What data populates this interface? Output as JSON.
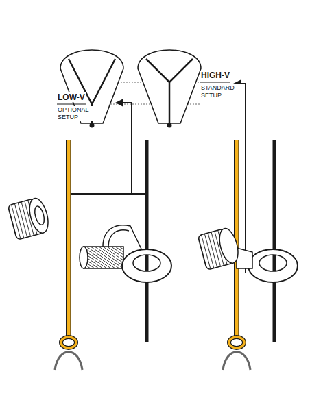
{
  "diagram": {
    "labels": [
      "LOW-V",
      "OPTIONAL SETUP",
      "HIGH-V",
      "STANDARD SETUP"
    ]
  }
}
